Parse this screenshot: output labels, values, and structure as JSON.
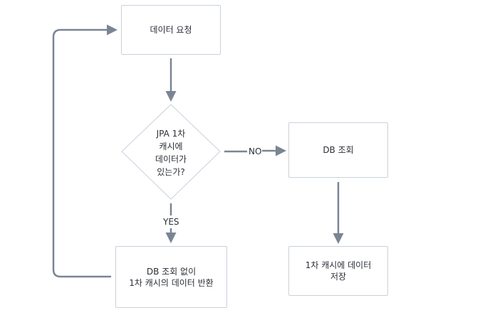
{
  "diagram": {
    "nodes": {
      "request": "데이터 요청",
      "decision": "JPA 1차\n캐시에\n데이터가\n있는가?",
      "db_query": "DB 조회",
      "return_cache": "DB 조회 없이\n1차 캐시의 데이터 반환",
      "save_cache": "1차 캐시에 데이터\n저장"
    },
    "edge_labels": {
      "no": "NO",
      "yes": "YES"
    },
    "colors": {
      "edge": "#7a8594",
      "node_border": "#c9d1db",
      "text": "#2b2f36"
    }
  }
}
